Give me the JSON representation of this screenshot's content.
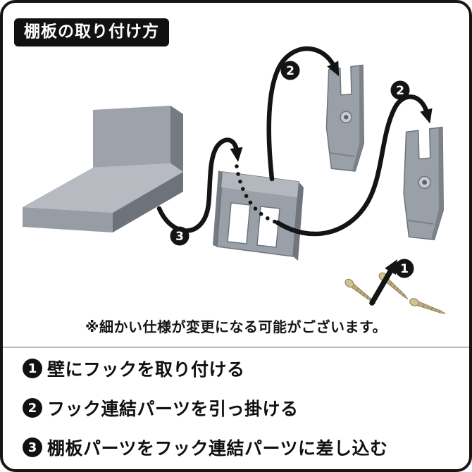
{
  "title": "棚板の取り付け方",
  "note": "※細かい仕様が変更になる可能がございます。",
  "diagram": {
    "badges": {
      "step2_left": "2",
      "step2_right": "2",
      "step3": "3",
      "step1": "1"
    },
    "colors": {
      "arrow_black": "#141414",
      "part_gray": "#9aa0a8",
      "part_gray_light": "#c0c3c9",
      "part_gray_dark": "#767b83",
      "screw_bronze": "#b9ab7c"
    }
  },
  "steps": [
    {
      "num": "1",
      "text": "壁にフックを取り付ける"
    },
    {
      "num": "2",
      "text": "フック連結パーツを引っ掛ける"
    },
    {
      "num": "3",
      "text": "棚板パーツをフック連結パーツに差し込む"
    }
  ]
}
